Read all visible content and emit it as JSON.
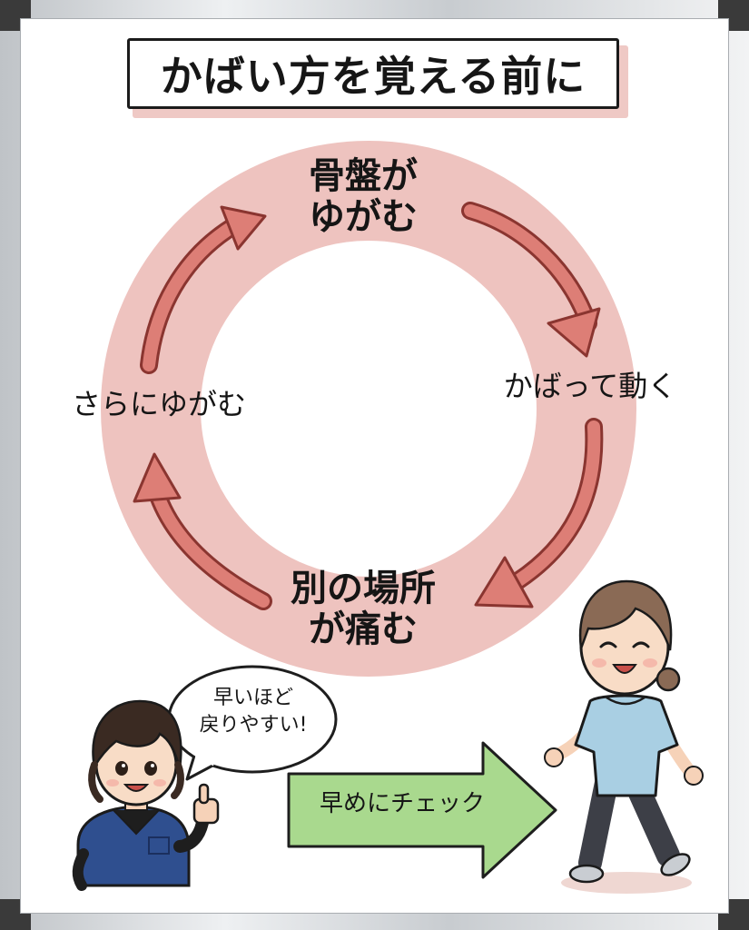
{
  "title": "かばい方を覚える前に",
  "cycle": {
    "top": [
      "骨盤が",
      "ゆがむ"
    ],
    "right": "かばって動く",
    "bottom": [
      "別の場所",
      "が痛む"
    ],
    "left": "さらにゆがむ"
  },
  "speech_bubble": [
    "早いほど",
    "戻りやすい!"
  ],
  "action_arrow": "早めにチェック",
  "colors": {
    "ring": "#eec3bf",
    "arrow_fill": "#dd7e76",
    "arrow_stroke": "#8a3530",
    "action_arrow_fill": "#a9d98e",
    "title_shadow": "#efc9c5"
  },
  "icons": [
    "doctor-character",
    "thumbs-up-icon",
    "walking-woman-character"
  ]
}
